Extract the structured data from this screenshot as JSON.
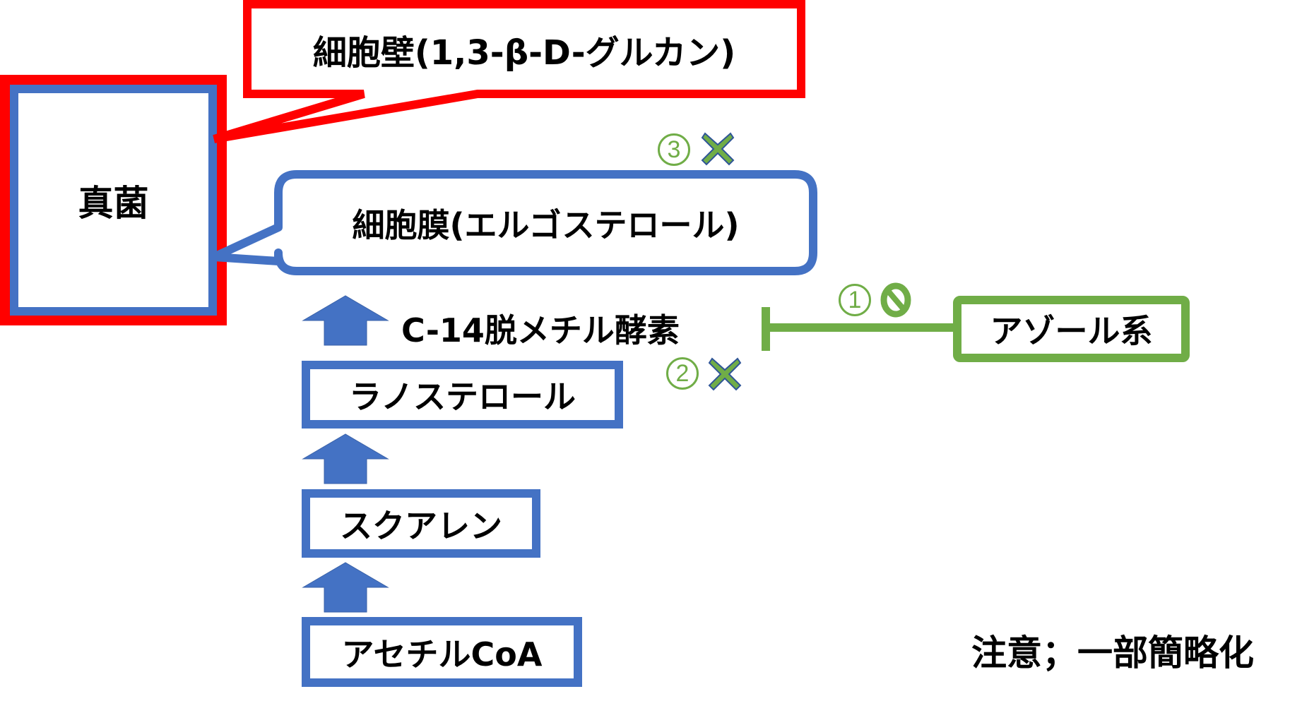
{
  "colors": {
    "red": "#ff0000",
    "blue": "#4472c4",
    "green": "#70ad47",
    "x_outline": "#2f5597",
    "text": "#000000"
  },
  "fungus": {
    "label": "真菌"
  },
  "cell_wall": {
    "label": "細胞壁(1,3-β-D-グルカン)"
  },
  "cell_membrane": {
    "label": "細胞膜(エルゴステロール)"
  },
  "enzyme": {
    "label": "C-14脱メチル酵素"
  },
  "drug": {
    "label": "アゾール系"
  },
  "pathway": [
    {
      "label": "ラノステロール"
    },
    {
      "label": "スクアレン"
    },
    {
      "label": "アセチルCoA"
    }
  ],
  "markers": {
    "m1": {
      "number": "1",
      "icon": "prohibited-icon"
    },
    "m2": {
      "number": "2",
      "icon": "cross-mark-icon"
    },
    "m3": {
      "number": "3",
      "icon": "cross-mark-icon"
    }
  },
  "note": {
    "label": "注意；一部簡略化"
  }
}
